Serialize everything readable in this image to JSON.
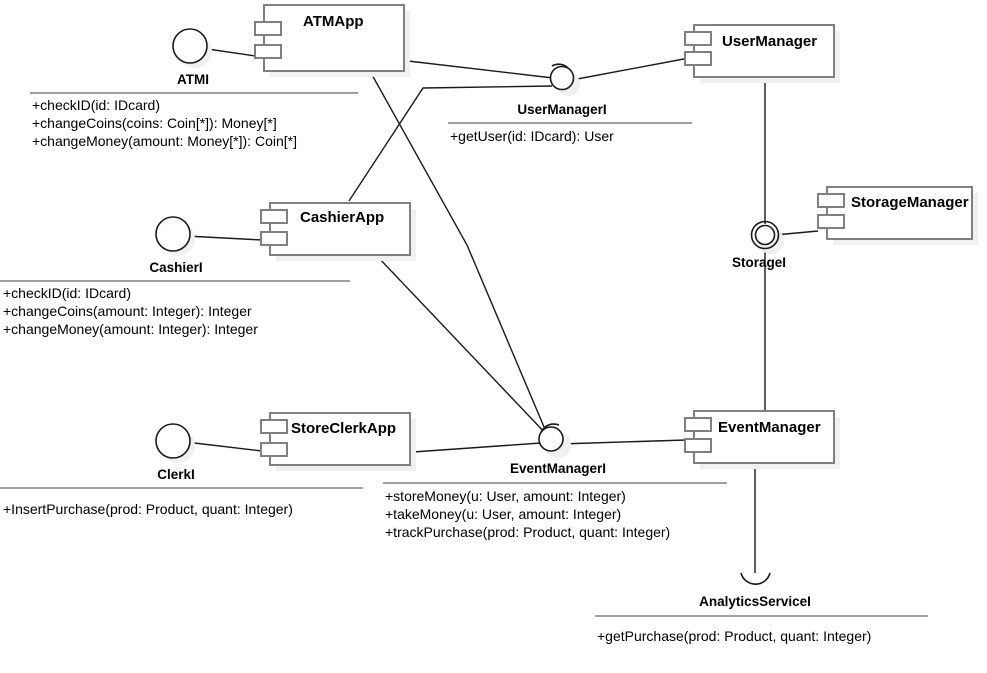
{
  "diagram": {
    "type": "uml-component-diagram",
    "title": "",
    "colors": {
      "component_border": "#808080",
      "component_fill": "#ffffff",
      "shadow": "#f0f0f0",
      "connector": "#1a1a1a",
      "text": "#000000",
      "separator": "#808080",
      "background": "#ffffff"
    }
  },
  "components": [
    {
      "id": "atmapp",
      "label": "ATMApp",
      "icon": "component-icon"
    },
    {
      "id": "usermanager",
      "label": "UserManager",
      "icon": "component-icon"
    },
    {
      "id": "cashierapp",
      "label": "CashierApp",
      "icon": "component-icon"
    },
    {
      "id": "storagemanager",
      "label": "StorageManager",
      "icon": "component-icon"
    },
    {
      "id": "storeclerkapp",
      "label": "StoreClerkApp",
      "icon": "component-icon"
    },
    {
      "id": "eventmanager",
      "label": "EventManager",
      "icon": "component-icon"
    }
  ],
  "interfaces": [
    {
      "id": "atmi",
      "label": "ATMI",
      "symbol": "provided-lollipop-icon",
      "operations": [
        "+checkID(id: IDcard)",
        "+changeCoins(coins: Coin[*]): Money[*]",
        "+changeMoney(amount: Money[*]): Coin[*]"
      ]
    },
    {
      "id": "usermanageri",
      "label": "UserManagerI",
      "symbol": "assembly-ball-socket-icon",
      "operations": [
        "+getUser(id: IDcard): User"
      ]
    },
    {
      "id": "cashieri",
      "label": "CashierI",
      "symbol": "provided-lollipop-icon",
      "operations": [
        "+checkID(id: IDcard)",
        "+changeCoins(amount: Integer): Integer",
        "+changeMoney(amount: Integer): Integer"
      ]
    },
    {
      "id": "storagei",
      "label": "StorageI",
      "symbol": "assembly-ball-socket-icon",
      "operations": []
    },
    {
      "id": "clerki",
      "label": "ClerkI",
      "symbol": "provided-lollipop-icon",
      "operations": [
        "+InsertPurchase(prod: Product, quant: Integer)"
      ]
    },
    {
      "id": "eventmanageri",
      "label": "EventManagerI",
      "symbol": "assembly-ball-socket-icon",
      "operations": [
        "+storeMoney(u: User, amount: Integer)",
        "+takeMoney(u: User, amount: Integer)",
        "+trackPurchase(prod: Product, quant: Integer)"
      ]
    },
    {
      "id": "analyticsservicei",
      "label": "AnalyticsServiceI",
      "symbol": "required-socket-icon",
      "operations": [
        "+getPurchase(prod: Product, quant: Integer)"
      ]
    }
  ],
  "connections": [
    {
      "from": "atmapp",
      "to": "atmi",
      "kind": "provided"
    },
    {
      "from": "atmapp",
      "to": "usermanageri",
      "kind": "required"
    },
    {
      "from": "atmapp",
      "to": "eventmanageri",
      "kind": "required"
    },
    {
      "from": "usermanager",
      "to": "usermanageri",
      "kind": "provided"
    },
    {
      "from": "cashierapp",
      "to": "cashieri",
      "kind": "provided"
    },
    {
      "from": "cashierapp",
      "to": "usermanageri",
      "kind": "required"
    },
    {
      "from": "cashierapp",
      "to": "eventmanageri",
      "kind": "required"
    },
    {
      "from": "usermanager",
      "to": "storagei",
      "kind": "required"
    },
    {
      "from": "storagemanager",
      "to": "storagei",
      "kind": "provided"
    },
    {
      "from": "storagei",
      "to": "eventmanager",
      "kind": "required"
    },
    {
      "from": "storeclerkapp",
      "to": "clerki",
      "kind": "provided"
    },
    {
      "from": "storeclerkapp",
      "to": "eventmanageri",
      "kind": "required"
    },
    {
      "from": "eventmanager",
      "to": "eventmanageri",
      "kind": "provided"
    },
    {
      "from": "eventmanager",
      "to": "analyticsservicei",
      "kind": "required"
    }
  ]
}
